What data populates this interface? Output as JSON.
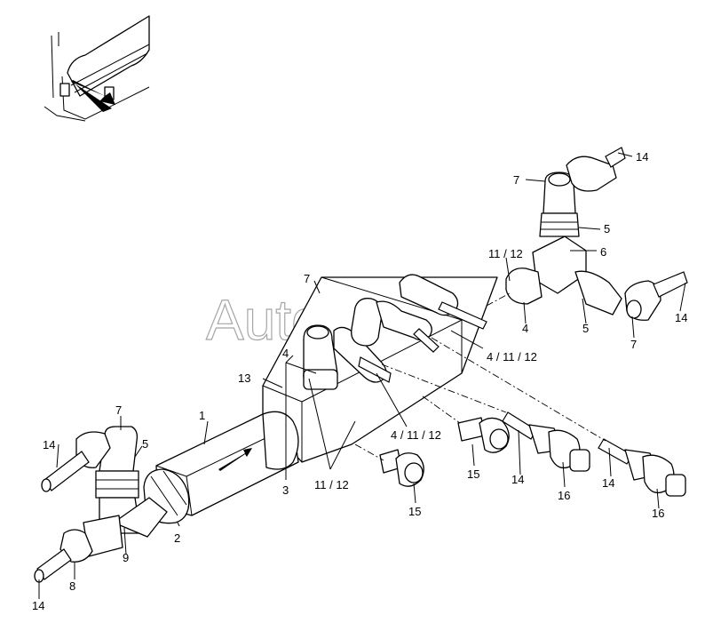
{
  "watermark": "AutoSoft",
  "callouts": [
    {
      "id": "c1",
      "text": "1"
    },
    {
      "id": "c2",
      "text": "2"
    },
    {
      "id": "c3",
      "text": "3"
    },
    {
      "id": "c4a",
      "text": "4"
    },
    {
      "id": "c4b",
      "text": "4"
    },
    {
      "id": "c5a",
      "text": "5"
    },
    {
      "id": "c5b",
      "text": "5"
    },
    {
      "id": "c5c",
      "text": "5"
    },
    {
      "id": "c6",
      "text": "6"
    },
    {
      "id": "c7a",
      "text": "7"
    },
    {
      "id": "c7b",
      "text": "7"
    },
    {
      "id": "c7c",
      "text": "7"
    },
    {
      "id": "c7d",
      "text": "7"
    },
    {
      "id": "c8",
      "text": "8"
    },
    {
      "id": "c9",
      "text": "9"
    },
    {
      "id": "c13",
      "text": "13"
    },
    {
      "id": "c14a",
      "text": "14"
    },
    {
      "id": "c14b",
      "text": "14"
    },
    {
      "id": "c14c",
      "text": "14"
    },
    {
      "id": "c14d",
      "text": "14"
    },
    {
      "id": "c14e",
      "text": "14"
    },
    {
      "id": "c14f",
      "text": "14"
    },
    {
      "id": "c15a",
      "text": "15"
    },
    {
      "id": "c15b",
      "text": "15"
    },
    {
      "id": "c16a",
      "text": "16"
    },
    {
      "id": "c16b",
      "text": "16"
    },
    {
      "id": "c1112a",
      "text": "11 / 12"
    },
    {
      "id": "c1112b",
      "text": "11 / 12"
    },
    {
      "id": "c41112a",
      "text": "4 / 11 / 12"
    },
    {
      "id": "c41112b",
      "text": "4 / 11 / 12"
    }
  ]
}
